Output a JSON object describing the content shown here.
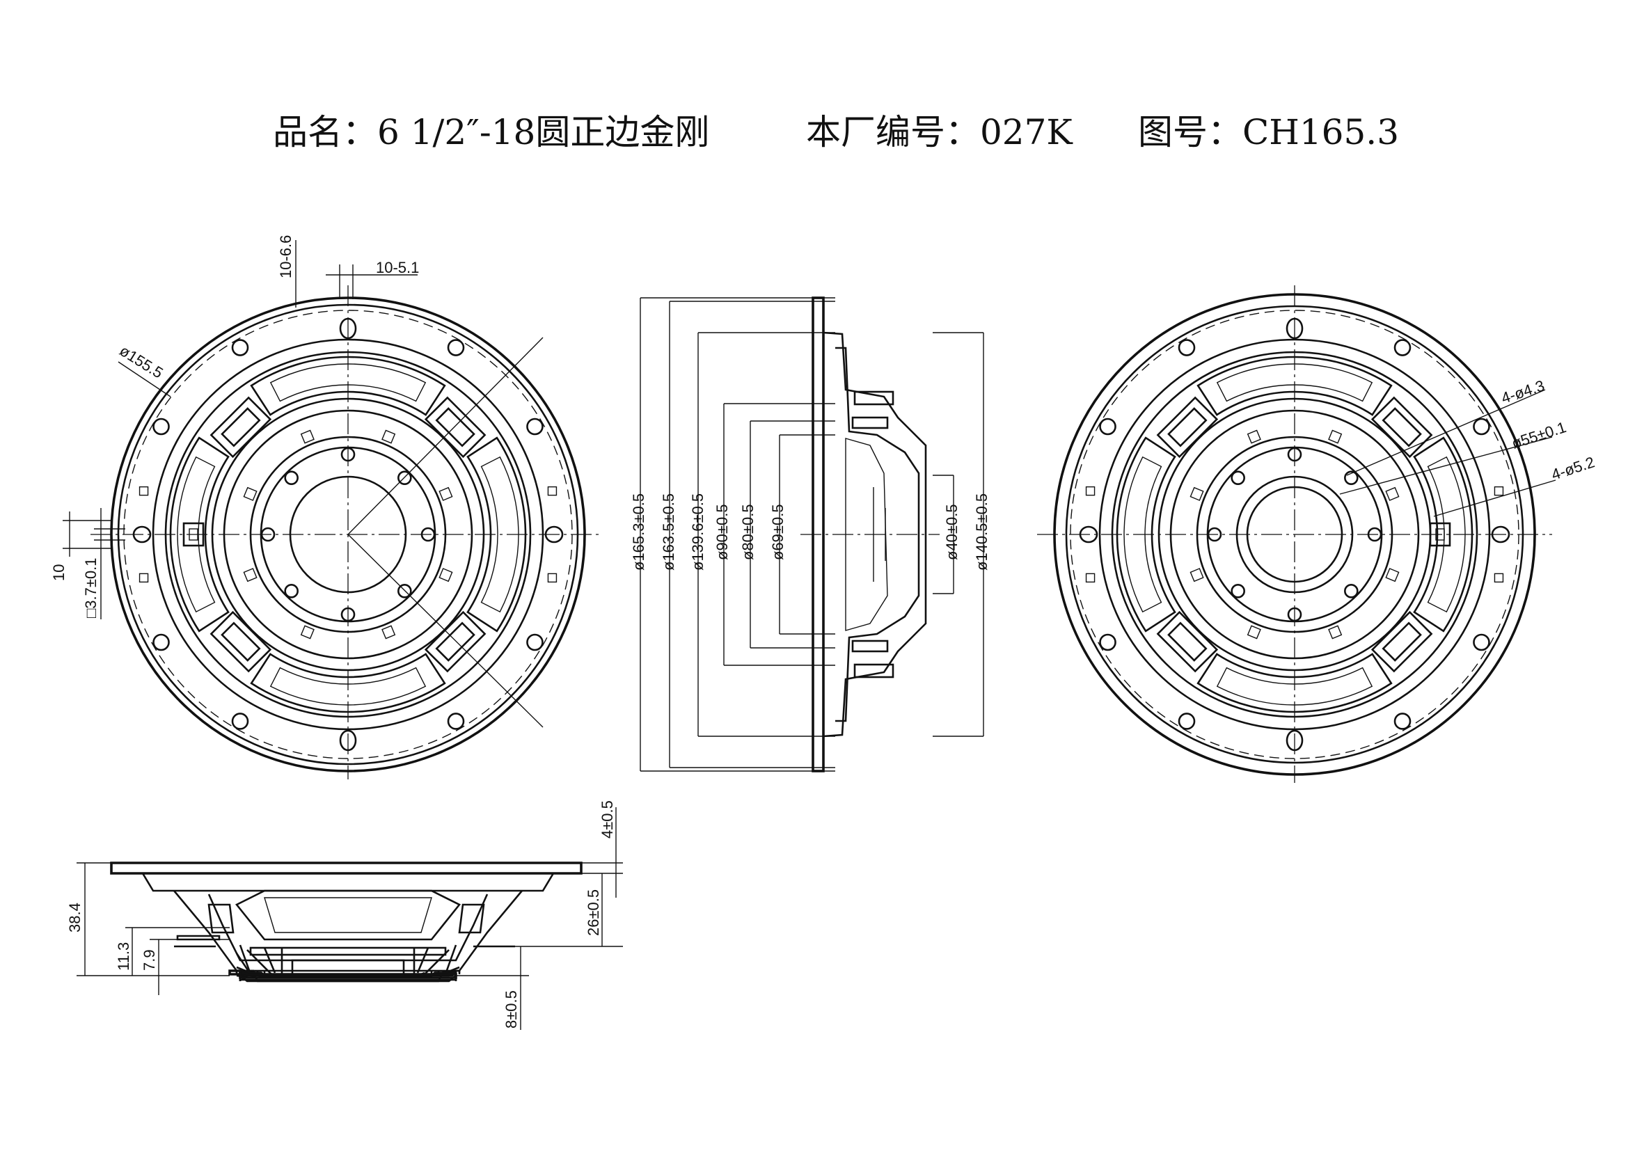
{
  "title": {
    "product_name": "品名：6 1/2″-18圆正边金刚",
    "factory_code": "本厂编号：027K",
    "drawing_no": "图号：CH165.3"
  },
  "dims": {
    "front": {
      "slot_depth": "10-6.6",
      "slot_width": "10-5.1",
      "bolt_circle": "ø155.5",
      "ten": "10",
      "square": "□3.7±0.1"
    },
    "side": {
      "d1": "ø165.3±0.5",
      "d2": "ø163.5±0.5",
      "d3": "ø139.6±0.5",
      "d4": "ø90±0.5",
      "d5": "ø80±0.5",
      "d6": "ø69±0.5",
      "d7": "ø40±0.5",
      "d8": "ø140.5±0.5"
    },
    "back": {
      "holes_a": "4-ø4.3",
      "center_dia": "ø55±0.1",
      "holes_b": "4-ø5.2"
    },
    "profile": {
      "flange": "4±0.5",
      "total": "38.4",
      "depth": "26±0.5",
      "h1": "11.3",
      "h2": "7.9",
      "bottom": "8±0.5"
    }
  }
}
